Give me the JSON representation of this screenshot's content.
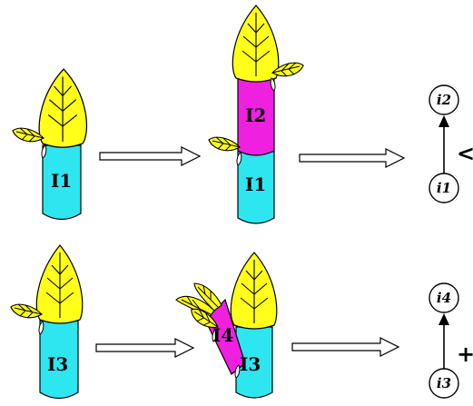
{
  "row1": {
    "shoot1_label": "I1",
    "shoot2_upper_label": "I2",
    "shoot2_lower_label": "I1",
    "graph": {
      "top_node": "i2",
      "bottom_node": "i1",
      "relation": "<"
    }
  },
  "row2": {
    "shoot1_label": "I3",
    "shoot2_branch_label": "I4",
    "shoot2_main_label": "I3",
    "graph": {
      "top_node": "i4",
      "bottom_node": "i3",
      "relation": "+"
    }
  },
  "colors": {
    "stem": "#2ee6f0",
    "new_internode": "#f020e0",
    "leaf": "#ffff1a",
    "outline": "#000000"
  }
}
